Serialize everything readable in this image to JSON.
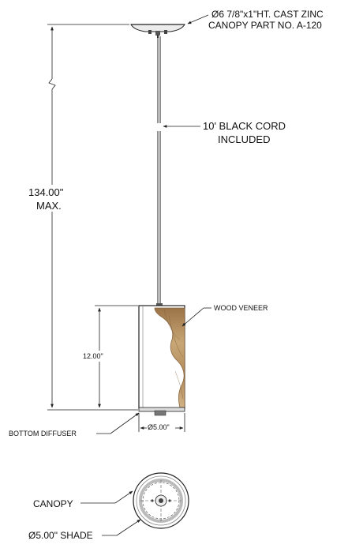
{
  "labels": {
    "canopy_spec_line1": "Ø6 7/8\"x1\"HT. CAST ZINC",
    "canopy_spec_line2": "CANOPY  PART NO. A-120",
    "cord_line1": "10' BLACK CORD",
    "cord_line2": "INCLUDED",
    "overall_height_value": "134.00\"",
    "overall_height_note": "MAX.",
    "wood_veneer": "WOOD VENEER",
    "shade_height": "12.00\"",
    "shade_diameter": "Ø5.00\"",
    "bottom_diffuser": "BOTTOM DIFFUSER",
    "plan_canopy": "CANOPY",
    "plan_shade": "Ø5.00\"  SHADE"
  },
  "colors": {
    "line": "#222222",
    "wood_light": "#c9a878",
    "wood_dark": "#8f6b45",
    "canopy_fill": "#e9e9e9",
    "plan_ring": "#d9d9d9"
  }
}
